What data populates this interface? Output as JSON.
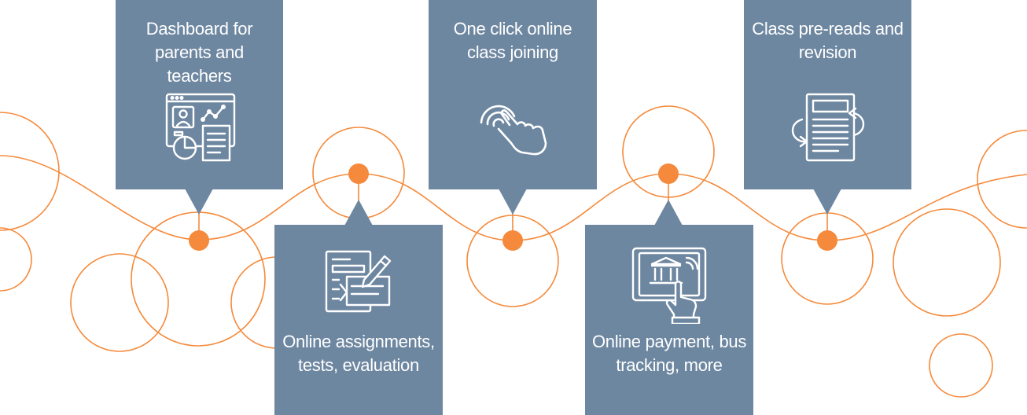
{
  "colors": {
    "card": "#6e87a1",
    "accent": "#f58a3c",
    "text": "#ffffff"
  },
  "features": [
    {
      "label": "Dashboard for parents and teachers",
      "icon": "dashboard-icon"
    },
    {
      "label": "Online assignments, tests, evaluation",
      "icon": "assignment-icon"
    },
    {
      "label": "One click online class joining",
      "icon": "tap-icon"
    },
    {
      "label": "Online payment, bus tracking, more",
      "icon": "bank-payment-icon"
    },
    {
      "label": "Class pre-reads and revision",
      "icon": "document-icon"
    }
  ]
}
